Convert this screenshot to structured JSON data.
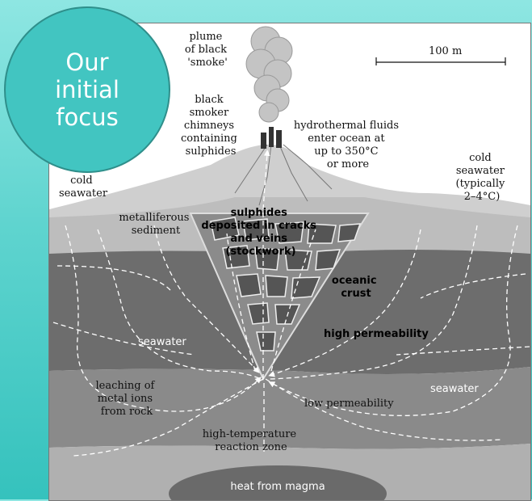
{
  "badge": {
    "text": "Our\ninitial\nfocus"
  },
  "diagram": {
    "scale_bar": "100 m",
    "plume": [
      "plume",
      "of black",
      "'smoke'"
    ],
    "chimneys": [
      "black",
      "smoker",
      "chimneys",
      "containing",
      "sulphides"
    ],
    "fluids": [
      "hydrothermal fluids",
      "enter ocean at",
      "up to 350°C",
      "or more"
    ],
    "cold_left": [
      "cold",
      "seawater"
    ],
    "cold_right": [
      "cold",
      "seawater",
      "(typically",
      "2–4°C)"
    ],
    "sediment": [
      "metalliferous",
      "sediment"
    ],
    "stockwork": [
      "sulphides",
      "deposited in cracks",
      "and veins",
      "(stockwork)"
    ],
    "crust": [
      "oceanic",
      "crust"
    ],
    "seawater_left": "seawater",
    "high_perm": "high permeability",
    "leaching": [
      "leaching of",
      "metal ions",
      "from rock"
    ],
    "low_perm": "low permeability",
    "seawater_right": "seawater",
    "reaction": [
      "high-temperature",
      "reaction zone"
    ],
    "magma": "heat from magma"
  }
}
